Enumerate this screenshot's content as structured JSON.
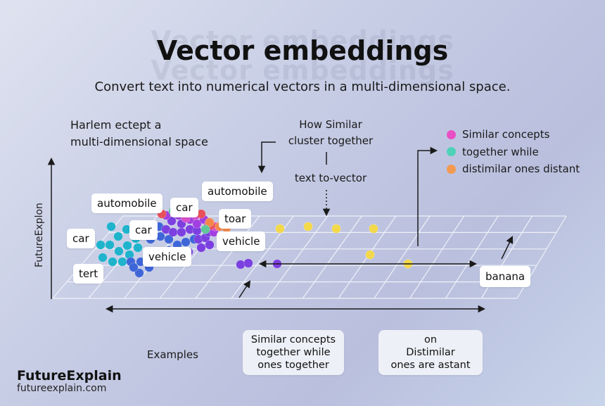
{
  "title": "Vector embeddings",
  "subtitle": "Convert text into numerical vectors in a multi-dimensional space.",
  "left_heading": {
    "line1": "Harlem ectept a",
    "line2": "multi-dimensional space"
  },
  "how_similar": {
    "line1": "How Similar",
    "line2": "cluster together",
    "line3": "text to-vector"
  },
  "legend": [
    {
      "label": "Similar concepts",
      "color": "#e94fc4"
    },
    {
      "label": "together while",
      "color": "#4fd2b8"
    },
    {
      "label": "distimilar ones distant",
      "color": "#f39a50"
    }
  ],
  "axis_label": "FutureExplon",
  "word_labels": {
    "automobile_left": "automobile",
    "car_top": "car",
    "automobile_right": "automobile",
    "car_left": "car",
    "car_mid": "car",
    "toar": "toar",
    "vehicle_right": "vehicle",
    "vehicle_mid": "vehicle",
    "tert": "tert",
    "banana": "banana"
  },
  "captions": {
    "left": {
      "line1": "Similar concepts",
      "line2": "together while",
      "line3": "ones together"
    },
    "right": {
      "line1": "on",
      "line2": "Distimilar",
      "line3": "ones are astant"
    }
  },
  "examples": "Examples",
  "brand": {
    "name": "FutureExplain",
    "url": "futureexplain.com"
  },
  "colors": {
    "title_text": "#111111",
    "point_cyan": "#1fb3cc",
    "point_blue": "#3f66d8",
    "point_purple": "#7c3fe0",
    "point_violet": "#a23fe0",
    "point_magenta": "#d94fcc",
    "point_red": "#e8505a",
    "point_orange": "#f3884a",
    "point_green": "#5fc79a",
    "point_yellow": "#f2d84a"
  }
}
